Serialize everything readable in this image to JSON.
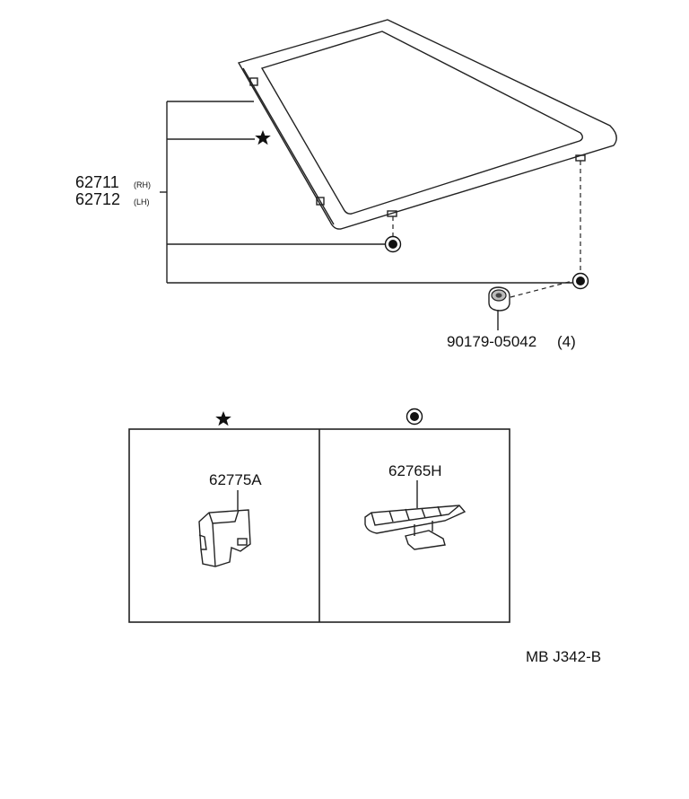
{
  "parts": {
    "glass_rh_number": "62711",
    "glass_rh_side": "(RH)",
    "glass_lh_number": "62712",
    "glass_lh_side": "(LH)",
    "nut_number": "90179-05042",
    "nut_qty": "(4)",
    "clip_star_number": "62775A",
    "clip_circle_number": "62765H"
  },
  "symbols": {
    "star": "star-icon",
    "circle": "bullseye-icon"
  },
  "diagram_code": "MB J342-B"
}
